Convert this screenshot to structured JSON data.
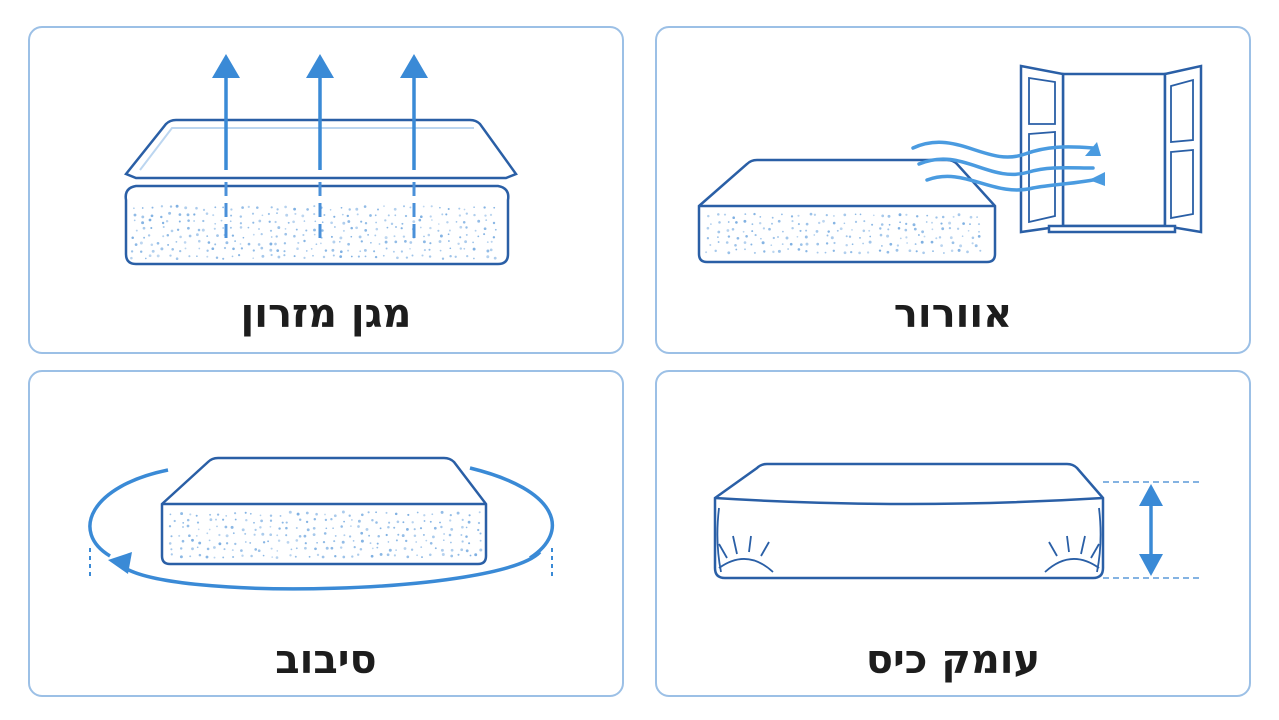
{
  "colors": {
    "stroke": "#2a5fa6",
    "accent": "#3a8ad6",
    "border": "#9cc0e6",
    "dots": "#6fa6de",
    "text": "#1d1d1d"
  },
  "panels": [
    {
      "caption": "מגן מזרון",
      "icon": "mattress-protector-icon"
    },
    {
      "caption": "אוורור",
      "icon": "ventilation-icon"
    },
    {
      "caption": "סיבוב",
      "icon": "rotation-icon"
    },
    {
      "caption": "עומק כיס",
      "icon": "pocket-depth-icon"
    }
  ]
}
